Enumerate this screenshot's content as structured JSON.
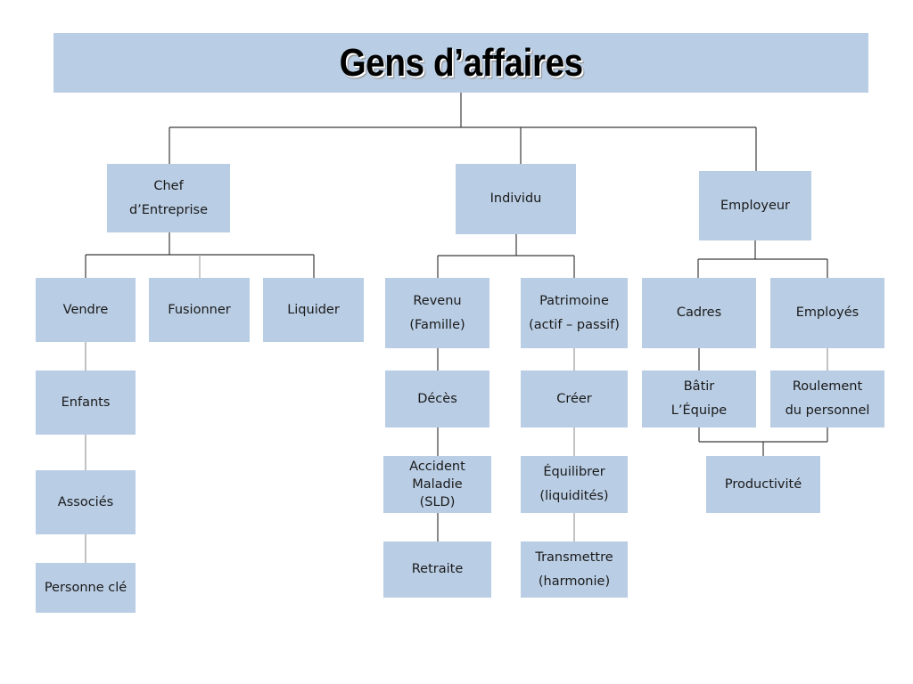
{
  "title": "Gens d’affaires",
  "nodes": {
    "chef": "Chef\nd’Entreprise",
    "individu": "Individu",
    "employeur": "Employeur",
    "vendre": "Vendre",
    "fusionner": "Fusionner",
    "liquider": "Liquider",
    "enfants": "Enfants",
    "associes": "Associés",
    "personne_cle": "Personne clé",
    "revenu": "Revenu\n(Famille)",
    "patrimoine": "Patrimoine\n(actif – passif)",
    "deces": "Décès",
    "accident": "Accident\nMaladie\n(SLD)",
    "retraite": "Retraite",
    "creer": "Créer",
    "equilibrer": "Équilibrer\n(liquidités)",
    "transmettre": "Transmettre\n(harmonie)",
    "cadres": "Cadres",
    "employes": "Employés",
    "batir": "Bâtir\nL’Équipe",
    "roulement": "Roulement\ndu personnel",
    "productivite": "Productivité"
  }
}
